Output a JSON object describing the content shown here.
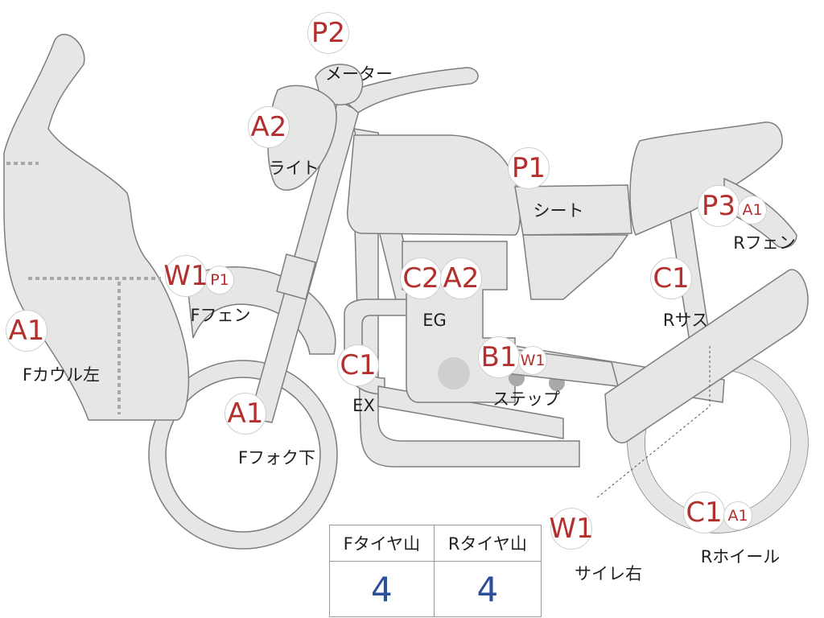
{
  "parts": [
    {
      "id": "meter",
      "label": "メーター",
      "codes": [
        {
          "code": "P2",
          "size": "big"
        }
      ]
    },
    {
      "id": "light",
      "label": "ライト",
      "codes": [
        {
          "code": "A2",
          "size": "big"
        }
      ]
    },
    {
      "id": "seat",
      "label": "シート",
      "codes": [
        {
          "code": "P1",
          "size": "big"
        }
      ]
    },
    {
      "id": "r-fender",
      "label": "Rフェン",
      "codes": [
        {
          "code": "P3",
          "size": "big"
        },
        {
          "code": "A1",
          "size": "small"
        }
      ]
    },
    {
      "id": "f-fender",
      "label": "Fフェン",
      "codes": [
        {
          "code": "W1",
          "size": "big"
        },
        {
          "code": "P1",
          "size": "small"
        }
      ]
    },
    {
      "id": "engine",
      "label": "EG",
      "codes": [
        {
          "code": "C2",
          "size": "big"
        },
        {
          "code": "A2",
          "size": "big"
        }
      ]
    },
    {
      "id": "r-suspension",
      "label": "Rサス",
      "codes": [
        {
          "code": "C1",
          "size": "big"
        }
      ]
    },
    {
      "id": "f-cowl-left",
      "label": "Fカウル左",
      "codes": [
        {
          "code": "A1",
          "size": "big"
        }
      ]
    },
    {
      "id": "exhaust",
      "label": "EX",
      "codes": [
        {
          "code": "C1",
          "size": "big"
        }
      ]
    },
    {
      "id": "step",
      "label": "ステップ",
      "codes": [
        {
          "code": "B1",
          "size": "big"
        },
        {
          "code": "W1",
          "size": "small"
        }
      ]
    },
    {
      "id": "f-fork-lower",
      "label": "Fフォク下",
      "codes": [
        {
          "code": "A1",
          "size": "big"
        }
      ]
    },
    {
      "id": "muffler-right",
      "label": "サイレ右",
      "codes": [
        {
          "code": "W1",
          "size": "big"
        }
      ]
    },
    {
      "id": "r-wheel",
      "label": "Rホイール",
      "codes": [
        {
          "code": "C1",
          "size": "big"
        },
        {
          "code": "A1",
          "size": "small"
        }
      ]
    }
  ],
  "tread_table": {
    "headers": [
      "Fタイヤ山",
      "Rタイヤ山"
    ],
    "values": [
      "4",
      "4"
    ]
  },
  "colors": {
    "code_text": "#b3302e",
    "tread_value_text": "#2c4f9c",
    "part_fill": "#e6e6e4",
    "part_outline": "#7d7d7d"
  }
}
